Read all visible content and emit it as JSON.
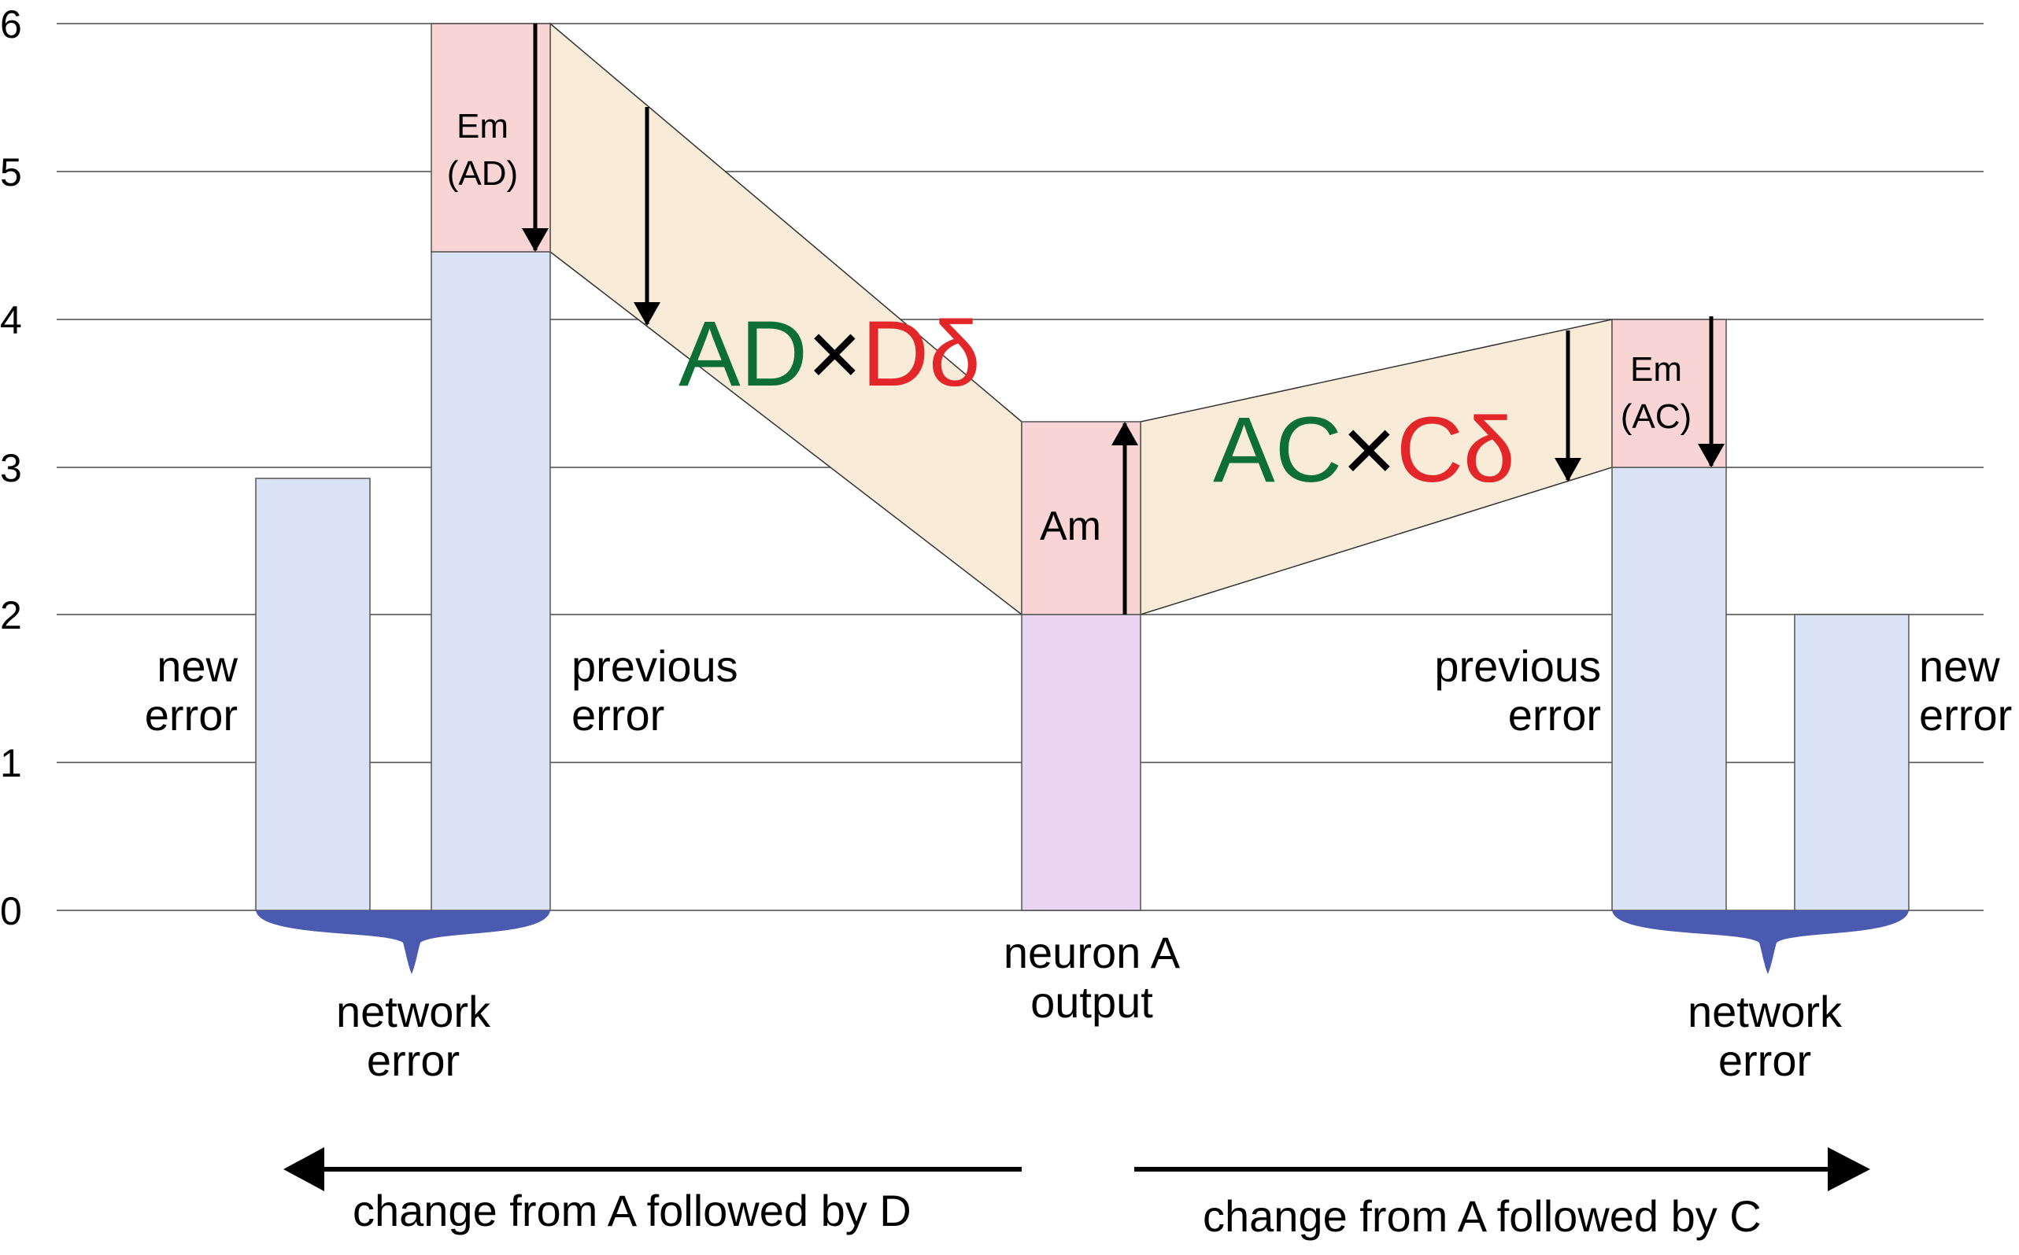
{
  "y_ticks": [
    "0",
    "1",
    "2",
    "3",
    "4",
    "5",
    "6"
  ],
  "bars": {
    "left_new_error": {
      "value": 2.92
    },
    "left_previous_error": {
      "value": 4.47,
      "top": 6.0
    },
    "neuron_a_output": {
      "value": 2.0,
      "top": 3.3
    },
    "right_previous_error": {
      "value": 3.0,
      "top": 4.0
    },
    "right_new_error": {
      "value": 2.0
    }
  },
  "labels": {
    "em_ad_line1": "Em",
    "em_ad_line2": "(AD)",
    "em_ac_line1": "Em",
    "em_ac_line2": "(AC)",
    "am": "Am",
    "left_new_line1": "new",
    "left_new_line2": "error",
    "left_prev_line1": "previous",
    "left_prev_line2": "error",
    "right_prev_line1": "previous",
    "right_prev_line2": "error",
    "right_new_line1": "new",
    "right_new_line2": "error",
    "left_network_line1": "network",
    "left_network_line2": "error",
    "right_network_line1": "network",
    "right_network_line2": "error",
    "neuron_line1": "neuron A",
    "neuron_line2": "output",
    "arrow_left_label": "change from A followed by D",
    "arrow_right_label": "change from A followed by C"
  },
  "formulas": {
    "ad": {
      "weight": "AD",
      "times": "×",
      "delta": "Dδ"
    },
    "ac": {
      "weight": "AC",
      "times": "×",
      "delta": "Cδ"
    }
  },
  "colors": {
    "error_bar": "#d9e3f5",
    "error_change": "#f8d4d4",
    "neuron_output": "#e9d5f2",
    "band": "#f8ecd9",
    "brace": "#4a5ab0",
    "weight_green": "#0e6f36",
    "delta_red": "#e3262a",
    "grid": "#777777"
  }
}
